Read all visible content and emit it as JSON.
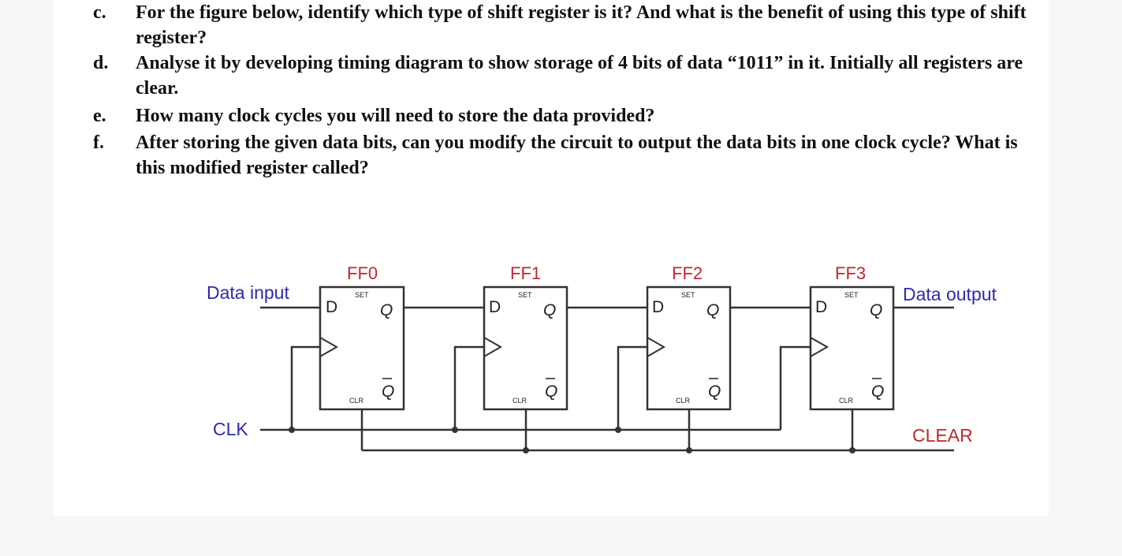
{
  "questions": [
    {
      "letter": "c.",
      "text": "For the figure below, identify which type of shift register is it? And what is the benefit of using this type of shift register?"
    },
    {
      "letter": "d.",
      "text": "Analyse it by developing timing diagram to show storage of 4 bits of data “1011” in it. Initially all registers are clear."
    },
    {
      "letter": "e.",
      "text": "How many clock cycles you will need to store the data provided?"
    },
    {
      "letter": "f.",
      "text": "After storing the given data bits, can you modify the circuit to output the data bits in one clock cycle? What is this modified register called?"
    }
  ],
  "diagram": {
    "data_input_label": "Data input",
    "data_output_label": "Data output",
    "clk_label": "CLK",
    "clear_label": "CLEAR",
    "flipflops": [
      {
        "name": "FF0",
        "d": "D",
        "q": "Q",
        "qbar": "Q",
        "set": "SET",
        "clr": "CLR"
      },
      {
        "name": "FF1",
        "d": "D",
        "q": "Q",
        "qbar": "Q",
        "set": "SET",
        "clr": "CLR"
      },
      {
        "name": "FF2",
        "d": "D",
        "q": "Q",
        "qbar": "Q",
        "set": "SET",
        "clr": "CLR"
      },
      {
        "name": "FF3",
        "d": "D",
        "q": "Q",
        "qbar": "Q",
        "set": "SET",
        "clr": "CLR"
      }
    ],
    "colors": {
      "signal_label": "#2b2bb0",
      "ff_label": "#c0272d",
      "clear_label": "#c0272d",
      "wire": "#333333"
    }
  }
}
